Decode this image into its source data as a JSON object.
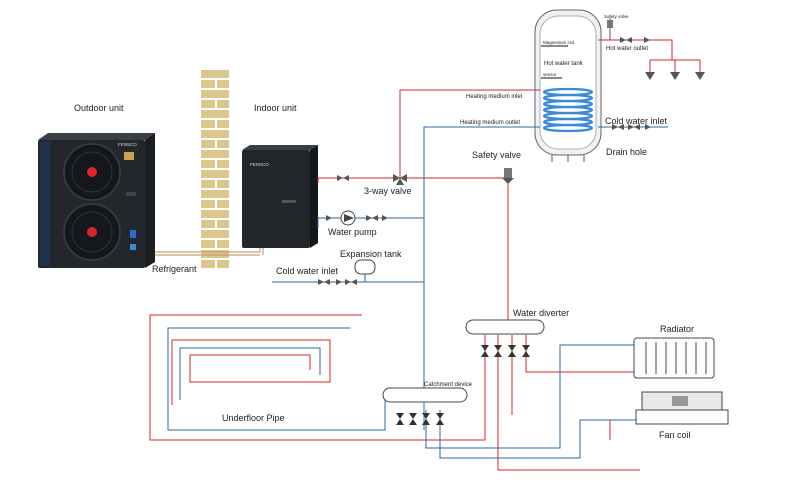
{
  "labels": {
    "outdoor_unit": "Outdoor unit",
    "indoor_unit": "Indoor unit",
    "refrigerant": "Refrigerant",
    "three_way_valve": "3-way valve",
    "water_pump": "Water pump",
    "expansion_tank": "Expansion tank",
    "cold_water_inlet_left": "Cold water inlet",
    "cold_water_inlet_right": "Cold water inlet",
    "safety_valve": "Safety valve",
    "drain_hole": "Drain hole",
    "hot_water_tank": "Hot water tank",
    "hot_water_outlet": "Hot water outlet",
    "heating_medium_inlet": "Heating medium inlet",
    "heating_medium_outlet": "Heating medium outlet",
    "tank_safety_valve": "Safety valve",
    "magnesium_rod": "Magnesium rod",
    "sensor": "sensor",
    "water_diverter": "Water diverter",
    "catchment_device": "Catchment device",
    "radiator": "Radiator",
    "fan_coil": "Fan coil",
    "underfloor_pipe": "Underfloor Pipe",
    "brand_outdoor": "FENSCO",
    "brand_indoor": "FENSCO"
  },
  "colors": {
    "hot_pipe": "#d9262b",
    "cold_pipe": "#2a6aa8",
    "cyan_pipe": "#2a9aa8",
    "wall": "#dcc68c",
    "unit_dark": "#23272c",
    "coil": "#3a8ad6"
  }
}
